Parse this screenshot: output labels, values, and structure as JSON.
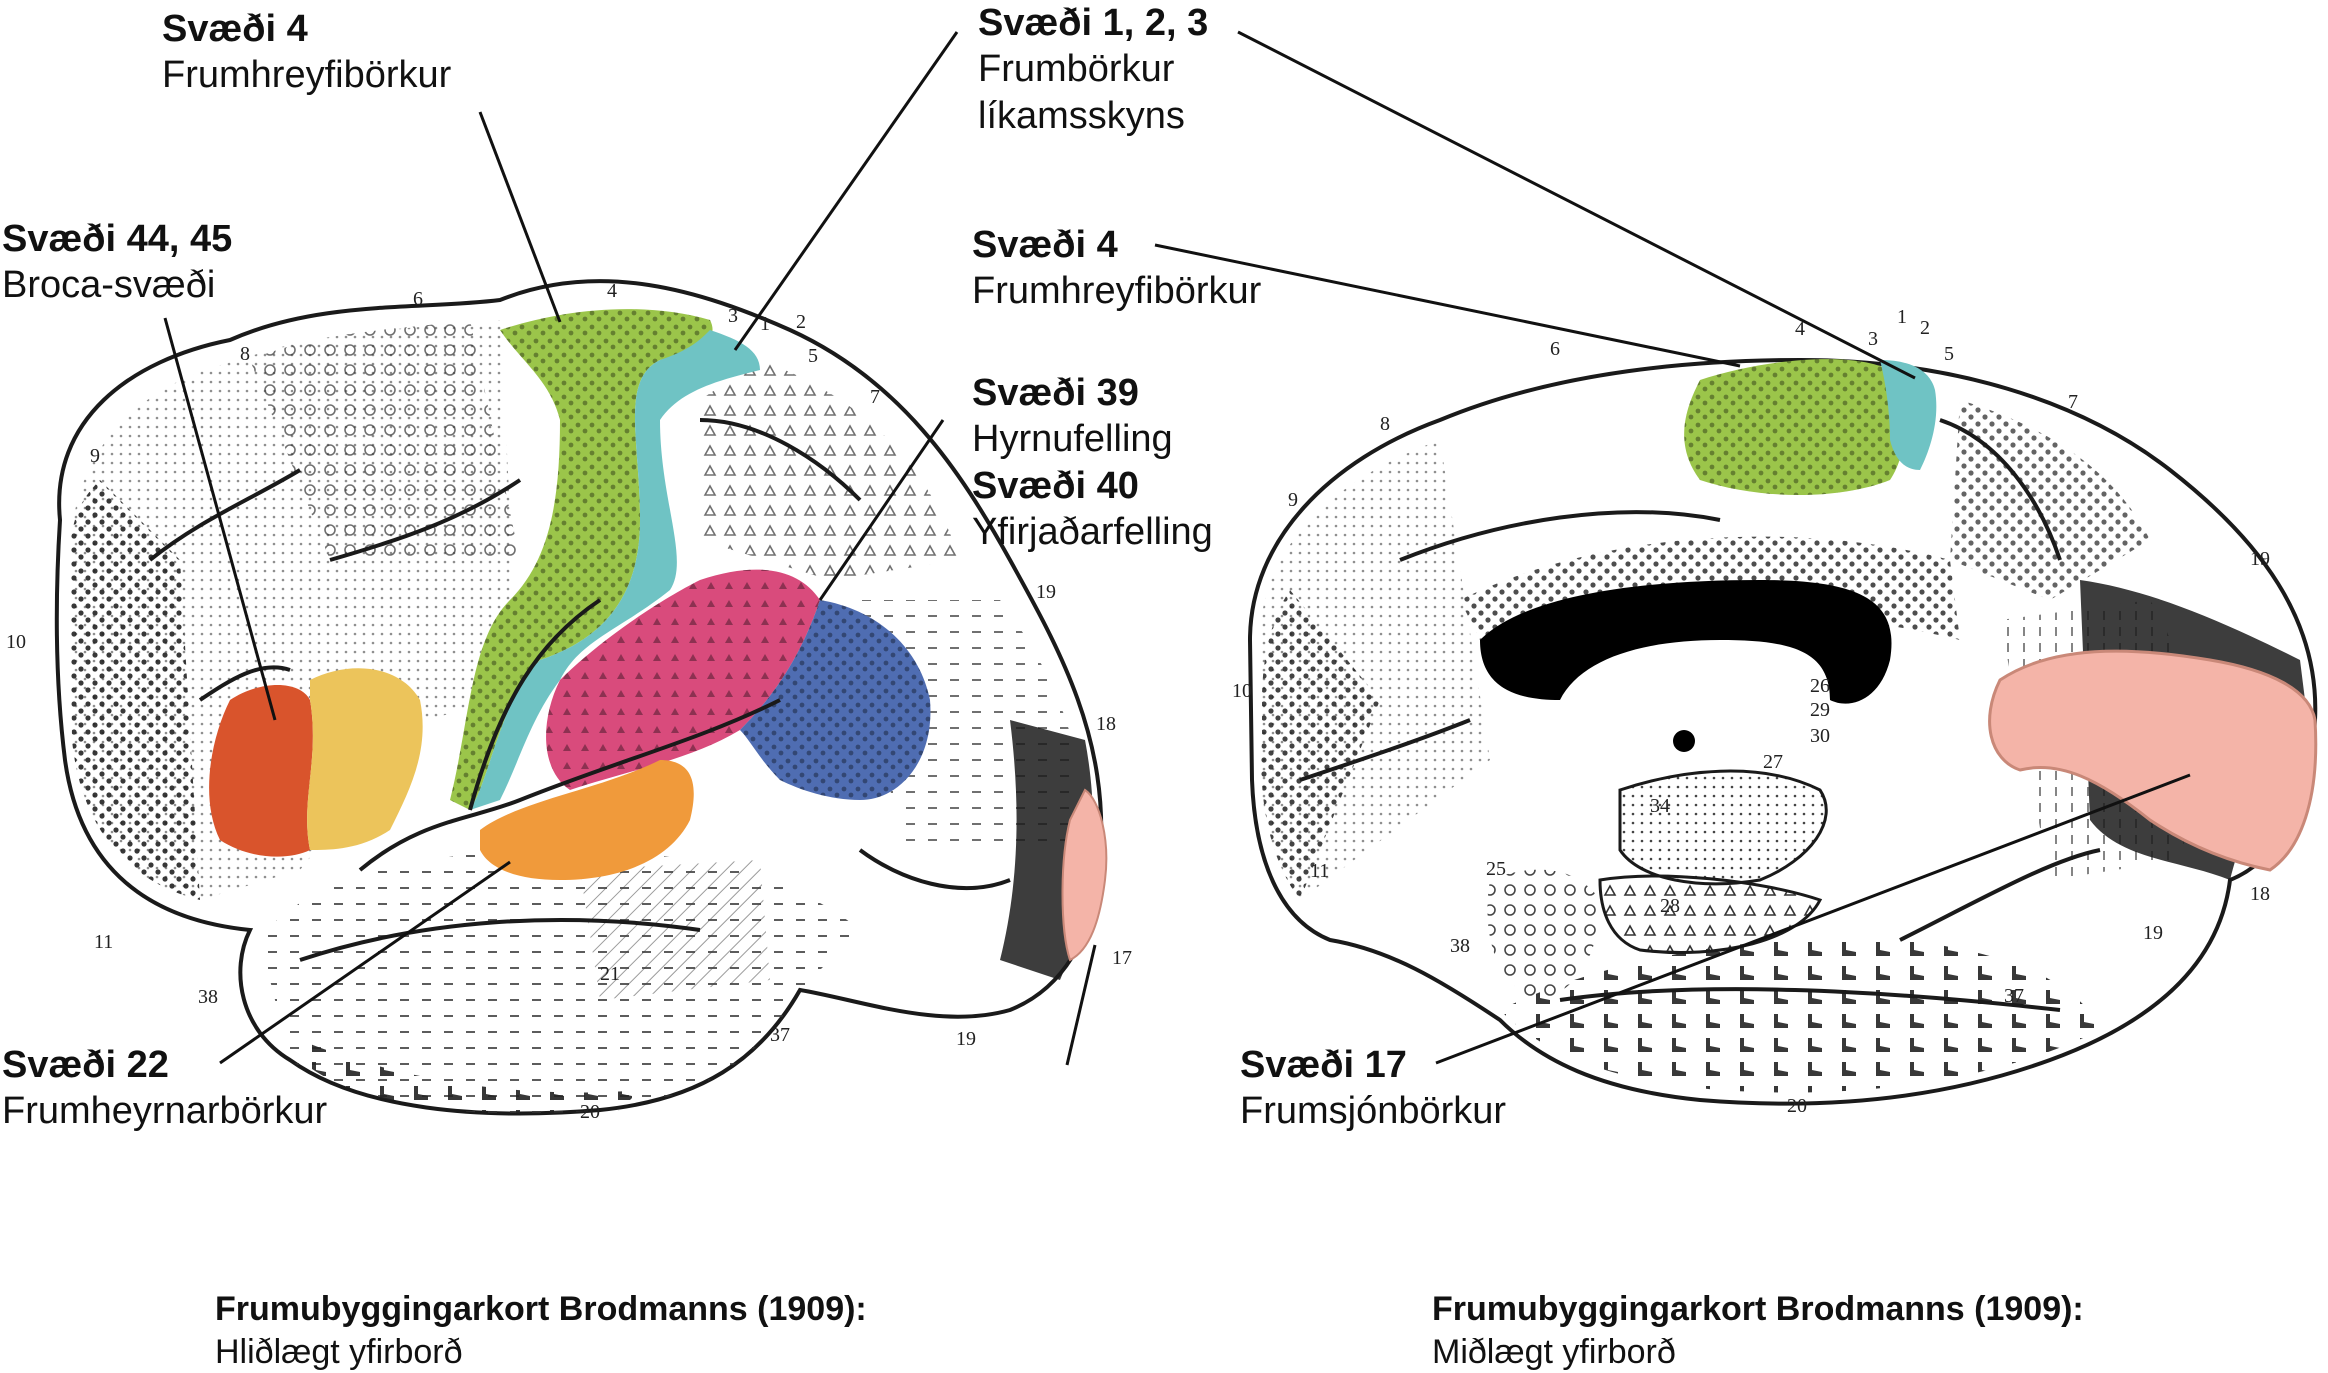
{
  "colors": {
    "area4": "#9bc54a",
    "area123": "#6fc3c4",
    "area44": "#d9542c",
    "area45": "#ecc45b",
    "area39": "#d94b7c",
    "area40": "#4f6db2",
    "area22": "#f09a3b",
    "area17": "#f4b4a8",
    "outline": "#1a1a1a"
  },
  "labels": {
    "lat_area4": {
      "title": "Svæði 4",
      "sub": "Frumhreyfibörkur"
    },
    "area123": {
      "title": "Svæði 1, 2, 3",
      "sub1": "Frumbörkur",
      "sub2": "líkamsskyns"
    },
    "area4445": {
      "title": "Svæði 44, 45",
      "sub": "Broca-svæði"
    },
    "med_area4": {
      "title": "Svæði 4",
      "sub": "Frumhreyfibörkur"
    },
    "area39": {
      "title": "Svæði 39",
      "sub": "Hyrnufelling"
    },
    "area40": {
      "title": "Svæði 40",
      "sub": "Yfirjaðarfelling"
    },
    "area22": {
      "title": "Svæði 22",
      "sub": "Frumheyrnarbörkur"
    },
    "area17": {
      "title": "Svæði 17",
      "sub": "Frumsjónbörkur"
    }
  },
  "captions": {
    "lateral": {
      "title": "Frumubyggingarkort Brodmanns (1909):",
      "sub": "Hliðlægt yfirborð"
    },
    "medial": {
      "title": "Frumubyggingarkort Brodmanns (1909):",
      "sub": "Miðlægt yfirborð"
    }
  },
  "area_numbers": {
    "lateral": [
      "6",
      "4",
      "3",
      "1",
      "2",
      "5",
      "7",
      "8",
      "9",
      "10",
      "11",
      "19",
      "18",
      "17",
      "19",
      "37",
      "38",
      "20",
      "21"
    ],
    "medial": [
      "6",
      "4",
      "3",
      "1",
      "2",
      "5",
      "7",
      "8",
      "9",
      "10",
      "11",
      "19",
      "18",
      "19",
      "37",
      "38",
      "20",
      "26",
      "29",
      "30",
      "27",
      "25",
      "34",
      "28"
    ]
  }
}
